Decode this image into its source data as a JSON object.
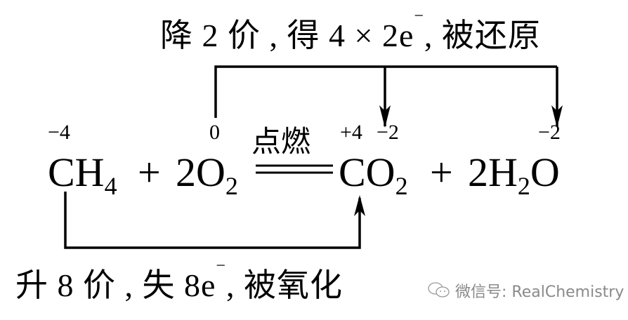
{
  "top_annotation": {
    "text_pre": "降 2 价 , 得 4 × 2e",
    "superscript": "−",
    "text_post": ", 被还原"
  },
  "bottom_annotation": {
    "text_pre": "升 8 价 , 失 8e",
    "superscript": "−",
    "text_post": ", 被氧化"
  },
  "equation": {
    "terms": [
      {
        "id": "ch4",
        "main": "CH",
        "sub": "4"
      },
      {
        "id": "plus1",
        "main": "+"
      },
      {
        "id": "o2",
        "main": "2O",
        "sub": "2"
      },
      {
        "id": "co2",
        "main": "CO",
        "sub": "2"
      },
      {
        "id": "plus2",
        "main": "+"
      },
      {
        "id": "h2o_coef",
        "main": "2H",
        "sub": "2",
        "tail": "O"
      }
    ],
    "condition": "点燃",
    "oxidation_states": {
      "C_in_CH4": "−4",
      "O_in_O2": "0",
      "C_in_CO2": "+4",
      "O_in_CO2": "−2",
      "O_in_H2O": "−2"
    }
  },
  "watermark": {
    "icon": "wechat-icon",
    "text": "微信号: RealChemistry",
    "color": "#8a8a8a"
  },
  "colors": {
    "background": "#ffffff",
    "ink": "#000000"
  }
}
